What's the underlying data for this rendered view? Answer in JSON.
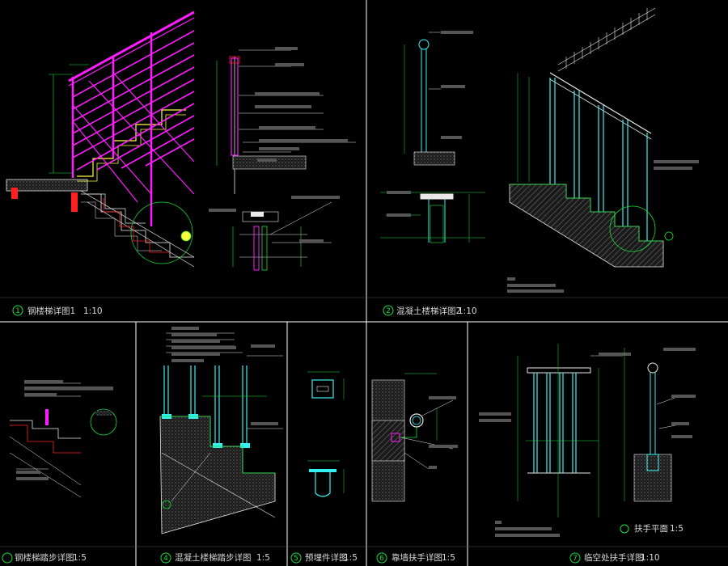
{
  "panels": [
    {
      "number": "1",
      "title": "钢楼梯详图1",
      "scale": "1:10"
    },
    {
      "number": "2",
      "title": "混凝土楼梯详图2",
      "scale": "1:10"
    },
    {
      "number": "",
      "title": "钢楼梯踏步详图",
      "scale": "1:5"
    },
    {
      "number": "4",
      "title": "混凝土楼梯踏步详图",
      "scale": "1:5"
    },
    {
      "number": "5",
      "title": "预埋件详图",
      "scale": "1:5"
    },
    {
      "number": "6",
      "title": "靠墙扶手详图",
      "scale": "1:5"
    },
    {
      "number": "7",
      "title": "临空处扶手详图",
      "scale": "1:10"
    }
  ],
  "sub_labels": {
    "handrail_plan": {
      "title": "扶手平面",
      "scale": "1:5"
    }
  },
  "colors": {
    "background": "#000000",
    "frame": "#ffffff",
    "magenta": "#ff1cff",
    "yellow": "#ffff3c",
    "green": "#19e03a",
    "cyan": "#35f0f0",
    "red": "#ff2020",
    "white": "#e9e9e9"
  }
}
